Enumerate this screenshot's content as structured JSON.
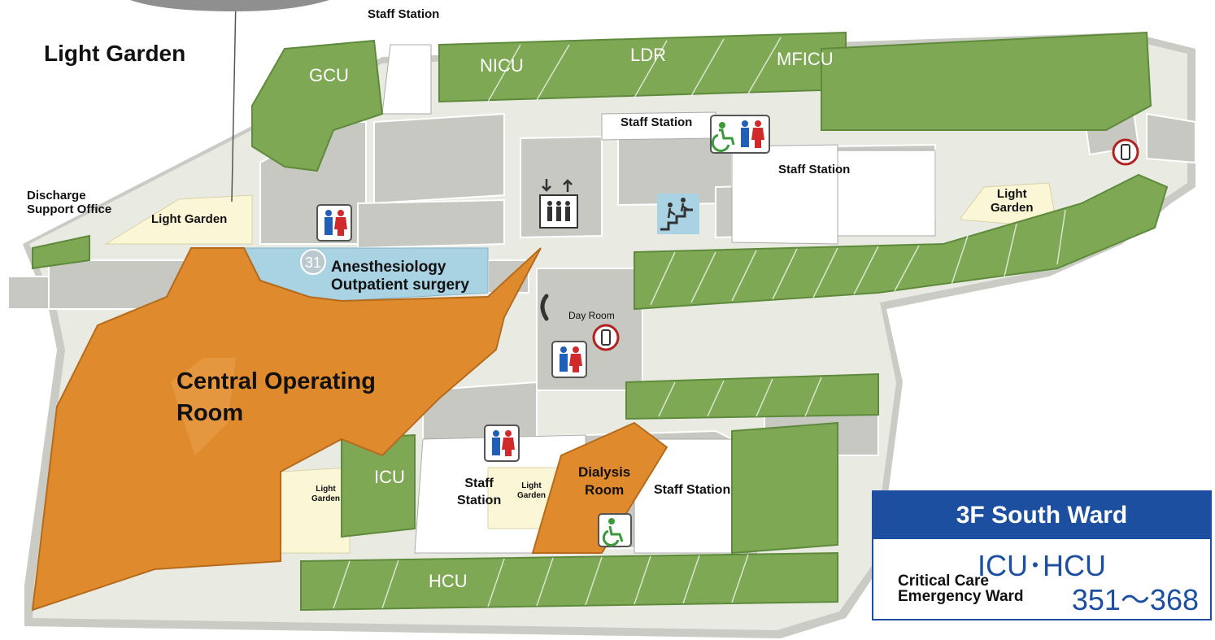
{
  "labels": {
    "light_garden_title": "Light Garden",
    "staff_station_top": "Staff Station",
    "staff_station_upper": "Staff Station",
    "staff_station_right": "Staff Station",
    "discharge_support": "Discharge\nSupport Office",
    "light_garden_left": "Light Garden",
    "light_garden_right": "Light\nGarden",
    "anesthesiology": "Anesthesiology\nOutpatient surgery",
    "day_room": "Day Room",
    "central_or": "Central Operating\nRoom",
    "light_garden_icu": "Light\nGarden",
    "staff_station_lower": "Staff\nStation",
    "light_garden_small": "Light\nGarden",
    "dialysis": "Dialysis\nRoom",
    "staff_station_lower_right": "Staff Station",
    "floor_number": "31"
  },
  "rooms": {
    "gcu": "GCU",
    "nicu": "NICU",
    "ldr": "LDR",
    "mficu": "MFICU",
    "icu": "ICU",
    "hcu": "HCU"
  },
  "legend": {
    "title": "3F South Ward",
    "units": "ICU･HCU",
    "subtitle": "Critical Care\nEmergency Ward",
    "rooms": "351～368"
  },
  "icons": [
    "restroom-icon",
    "accessible-restroom-icon",
    "elevator-icon",
    "stairs-icon",
    "mobile-phone-icon",
    "telephone-icon",
    "wheelchair-icon"
  ],
  "colors": {
    "ward_green": "#7fa855",
    "operating_orange": "#e08a2e",
    "anesthesia_blue": "#a9d3e3",
    "light_garden_cream": "#fbf6d6",
    "corridor": "#e9ebe2",
    "legend_blue": "#1d4fa0"
  }
}
